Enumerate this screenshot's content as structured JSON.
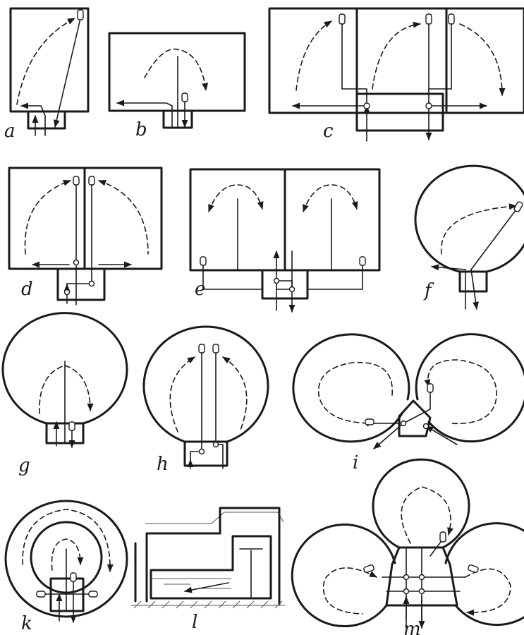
{
  "figure": {
    "panels": [
      {
        "id": "a",
        "label": "a"
      },
      {
        "id": "b",
        "label": "b"
      },
      {
        "id": "c",
        "label": "c"
      },
      {
        "id": "d",
        "label": "d"
      },
      {
        "id": "e",
        "label": "e"
      },
      {
        "id": "f",
        "label": "f"
      },
      {
        "id": "g",
        "label": "g"
      },
      {
        "id": "h",
        "label": "h"
      },
      {
        "id": "i",
        "label": "i"
      },
      {
        "id": "k",
        "label": "k"
      },
      {
        "id": "l",
        "label": "l"
      },
      {
        "id": "m",
        "label": "m"
      }
    ],
    "ink_color": "#1a1a1a",
    "background_color": "#ffffff",
    "icons": [
      "arrow-icon",
      "nozzle-icon",
      "dashed-circulation-path"
    ]
  }
}
